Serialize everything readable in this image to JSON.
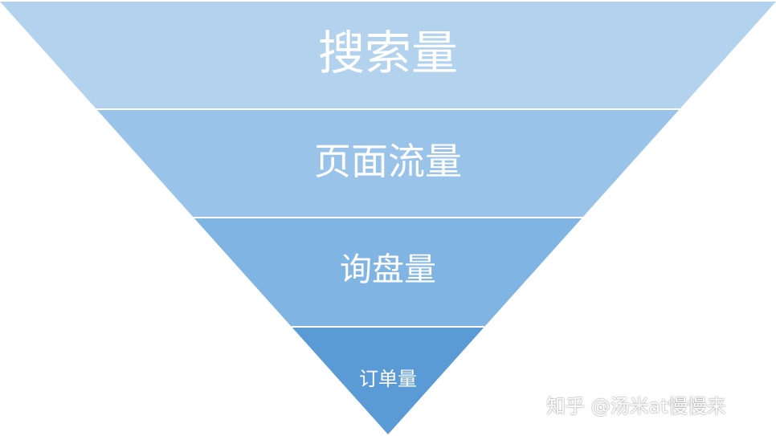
{
  "funnel": {
    "levels": [
      {
        "label": "搜索量",
        "color": "#b3d2ee"
      },
      {
        "label": "页面流量",
        "color": "#99c3e9"
      },
      {
        "label": "询盘量",
        "color": "#80b4e3"
      },
      {
        "label": "订单量",
        "color": "#5b9bd5"
      }
    ],
    "separator_color": "#ffffff"
  },
  "watermark": {
    "text": "知乎 @汤米at慢慢来"
  }
}
